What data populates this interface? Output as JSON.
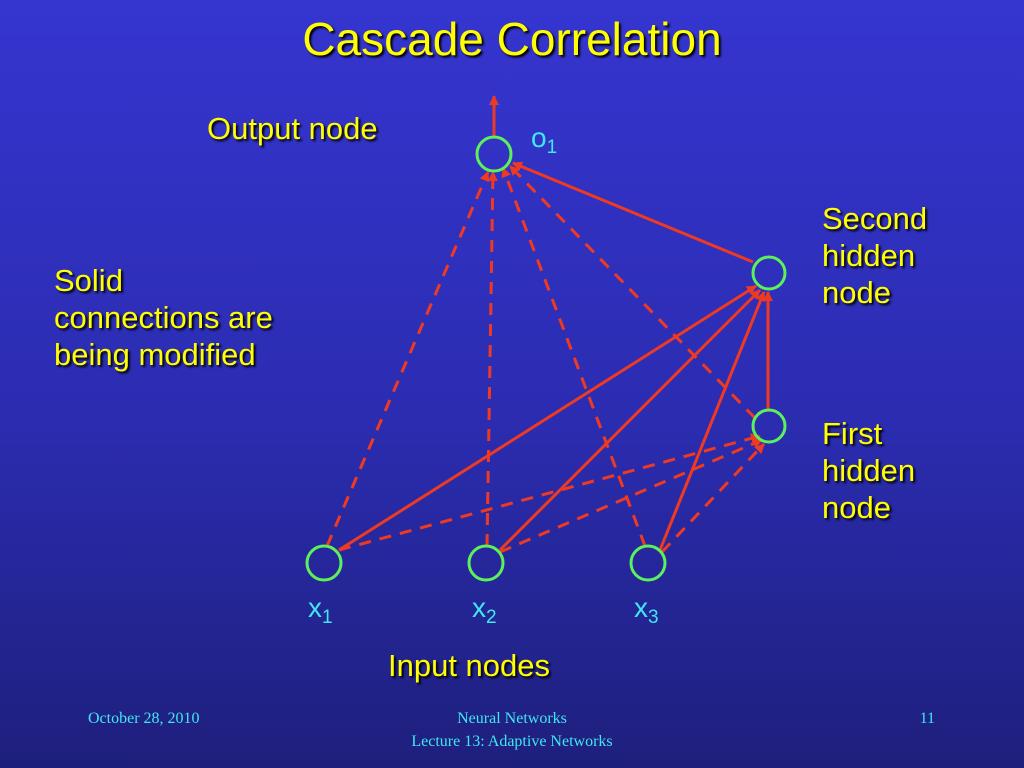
{
  "slide": {
    "title": "Cascade Correlation",
    "labels": {
      "output_node": "Output node",
      "solid_line1": "Solid",
      "solid_line2": "connections are",
      "solid_line3": "being modified",
      "second_line1": "Second",
      "second_line2": "hidden",
      "second_line3": "node",
      "first_line1": "First",
      "first_line2": "hidden",
      "first_line3": "node",
      "input_nodes": "Input nodes"
    },
    "variables": {
      "x1": {
        "base": "x",
        "sub": "1"
      },
      "x2": {
        "base": "x",
        "sub": "2"
      },
      "x3": {
        "base": "x",
        "sub": "3"
      },
      "o1": {
        "base": "o",
        "sub": "1"
      }
    },
    "footer": {
      "date": "October 28, 2010",
      "course": "Neural Networks",
      "lecture": "Lecture 13: Adaptive Networks",
      "page": "11"
    }
  },
  "colors": {
    "arrow": "#ee3a22",
    "node": "#5cf05a",
    "title_text": "#ffff00",
    "variable_text": "#3fe8f0"
  }
}
